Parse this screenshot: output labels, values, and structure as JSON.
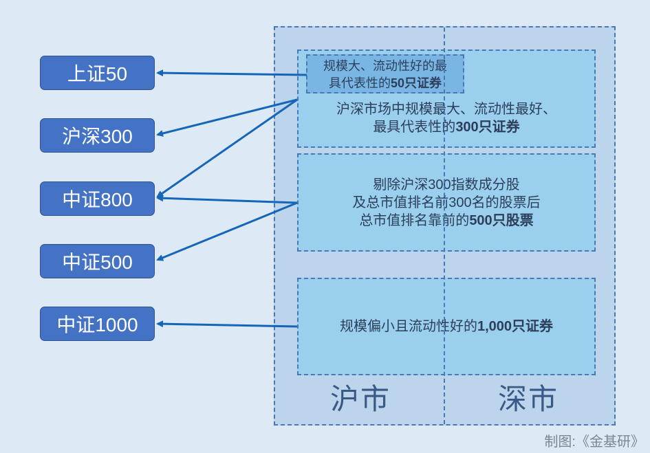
{
  "indices": [
    {
      "label": "上证50"
    },
    {
      "label": "沪深300"
    },
    {
      "label": "中证800"
    },
    {
      "label": "中证500"
    },
    {
      "label": "中证1000"
    }
  ],
  "tiers": {
    "sse50": {
      "line1": "规模大、流动性好的最",
      "line2_prefix": "具代表性的",
      "line2_bold": "50只证券"
    },
    "csi300": {
      "line1": "沪深市场中规模最大、流动性最好、",
      "line2_prefix": "最具代表性的",
      "line2_bold": "300只证券"
    },
    "csi500": {
      "line1": "剔除沪深300指数成分股",
      "line2": "及总市值排名前300名的股票后",
      "line3_prefix": "总市值排名靠前的",
      "line3_bold": "500只股票"
    },
    "csi1000": {
      "prefix": "规模偏小且流动性好的",
      "bold": "1,000只证券"
    }
  },
  "markets": {
    "shanghai": "沪市",
    "shenzhen": "深市"
  },
  "credit": "制图:《金基研》",
  "colors": {
    "accent": "#4472c4",
    "arrow": "#1565b8",
    "frame": "#4a78b5"
  }
}
